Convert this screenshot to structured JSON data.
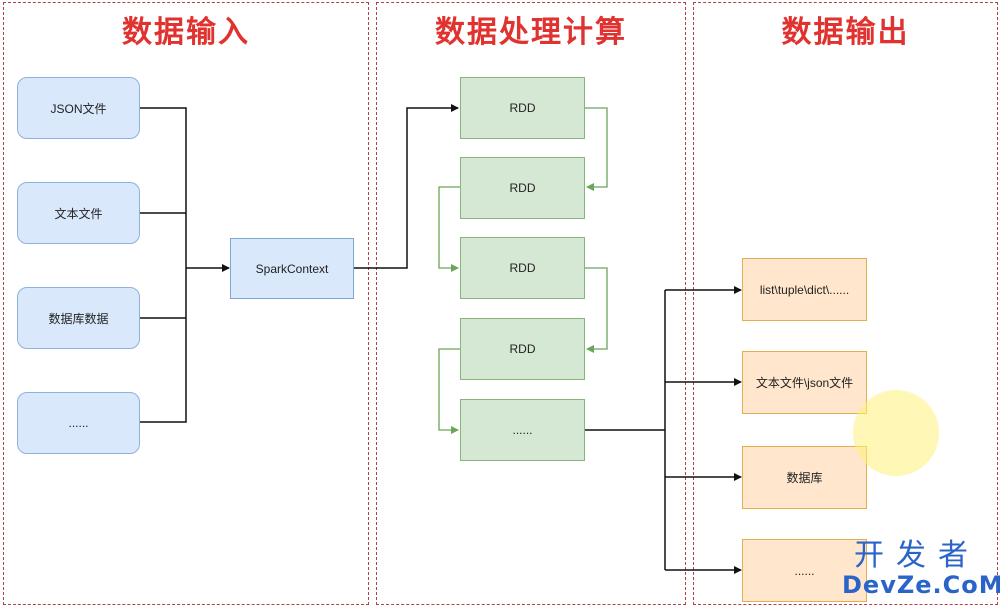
{
  "panels": {
    "input": {
      "title": "数据输入"
    },
    "process": {
      "title": "数据处理计算"
    },
    "output": {
      "title": "数据输出"
    }
  },
  "inputs": [
    "JSON文件",
    "文本文件",
    "数据库数据",
    "......"
  ],
  "spark_context": "SparkContext",
  "rdds": [
    "RDD",
    "RDD",
    "RDD",
    "RDD",
    "......"
  ],
  "outputs": [
    "list\\tuple\\dict\\......",
    "文本文件\\json文件",
    "数据库",
    "......"
  ],
  "watermark": {
    "cn": "开发者",
    "en": "DevZe.CoM"
  },
  "colors": {
    "title": "#e0322f",
    "input_fill": "#dae8fc",
    "rdd_fill": "#d5e8d4",
    "output_fill": "#ffe6cc",
    "panel_border": "#b0424a"
  }
}
